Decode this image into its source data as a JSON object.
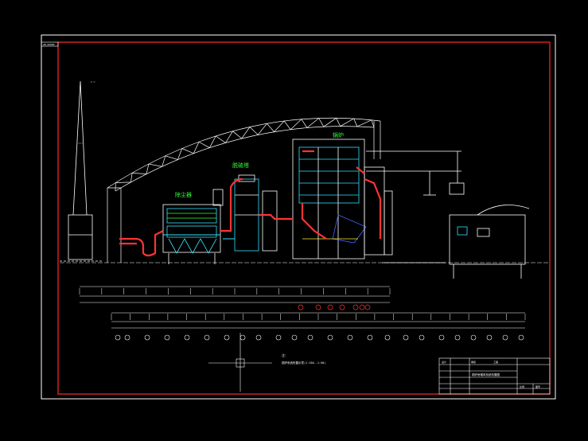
{
  "drawing": {
    "corner_tag": "AB_00000",
    "green_labels": [
      {
        "id": "esp",
        "text": "除尘器"
      },
      {
        "id": "desulf",
        "text": "脱硫塔"
      },
      {
        "id": "boiler",
        "text": "锅炉"
      }
    ],
    "notes": {
      "heading": "注：",
      "line": "锅炉系统布置示意(1:150--1:50)"
    },
    "title_block": {
      "row1": [
        "设计",
        "审核",
        "工程"
      ],
      "project": "锅炉房烟风系统布置图",
      "row3": [
        "比例",
        "图号"
      ]
    }
  },
  "colors": {
    "frame": "#ff2a2a",
    "outer": "#ffffff",
    "structure": "#ffffff",
    "duct": "#ff3333",
    "cyan": "#33e0ff",
    "green": "#33ff33",
    "yellow": "#ffee33",
    "blue": "#4466ff"
  }
}
